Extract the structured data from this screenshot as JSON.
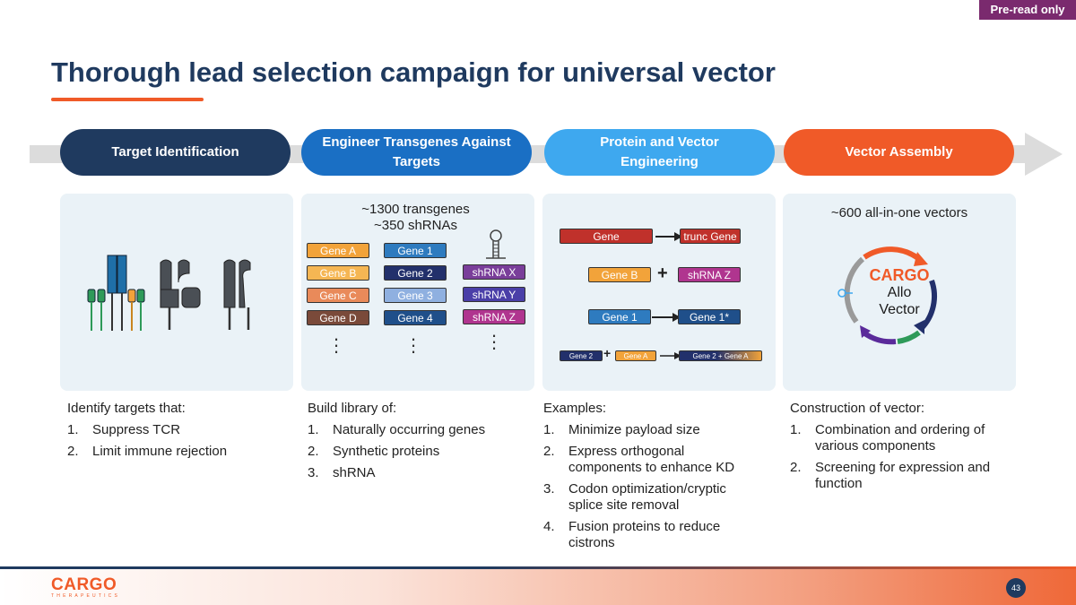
{
  "badge": "Pre-read only",
  "title": "Thorough lead selection campaign for universal vector",
  "colors": {
    "navy": "#1f3a5f",
    "blue": "#1a6fc4",
    "light_blue": "#3ea8ef",
    "orange": "#f05a28",
    "badge_purple": "#7a2a6e"
  },
  "stages": [
    {
      "line1": "Target Identification",
      "line2": ""
    },
    {
      "line1": "Engineer Transgenes Against",
      "line2": "Targets"
    },
    {
      "line1": "Protein and Vector",
      "line2": "Engineering"
    },
    {
      "line1": "Vector Assembly",
      "line2": ""
    }
  ],
  "panel2": {
    "caption_line1": "~1300 transgenes",
    "caption_line2": "~350 shRNAs",
    "col1": [
      "Gene A",
      "Gene B",
      "Gene C",
      "Gene D"
    ],
    "col2": [
      "Gene 1",
      "Gene 2",
      "Gene 3",
      "Gene 4"
    ],
    "col3": [
      "shRNA X",
      "shRNA Y",
      "shRNA Z"
    ]
  },
  "panel3": {
    "row1": {
      "left": "Gene",
      "right": "trunc Gene"
    },
    "row2": {
      "left": "Gene B",
      "op": "+",
      "right": "shRNA Z"
    },
    "row3": {
      "left": "Gene 1",
      "right": "Gene 1*"
    },
    "row4": {
      "a": "Gene 2",
      "op": "+",
      "b": "Gene A",
      "result": "Gene 2 + Gene A"
    }
  },
  "panel4": {
    "caption": "~600 all-in-one vectors",
    "vector_brand": "CARGO",
    "vector_line2": "Allo",
    "vector_line3": "Vector"
  },
  "columns": [
    {
      "head": "Identify targets that:",
      "items": [
        [
          "Suppress TCR"
        ],
        [
          "Limit immune rejection"
        ]
      ]
    },
    {
      "head": "Build library of:",
      "items": [
        [
          "Naturally occurring genes"
        ],
        [
          "Synthetic proteins"
        ],
        [
          "shRNA"
        ]
      ]
    },
    {
      "head": "Examples:",
      "items": [
        [
          "Minimize payload size"
        ],
        [
          "Express orthogonal",
          "components to enhance KD"
        ],
        [
          "Codon optimization/cryptic",
          "splice site removal"
        ],
        [
          "Fusion proteins to reduce",
          "cistrons"
        ]
      ]
    },
    {
      "head": "Construction of vector:",
      "items": [
        [
          "Combination and ordering of",
          "various components"
        ],
        [
          "Screening for expression and",
          "function"
        ]
      ]
    }
  ],
  "footer": {
    "logo_word": "CARGO",
    "logo_sub": "THERAPEUTICS",
    "page": "43"
  }
}
